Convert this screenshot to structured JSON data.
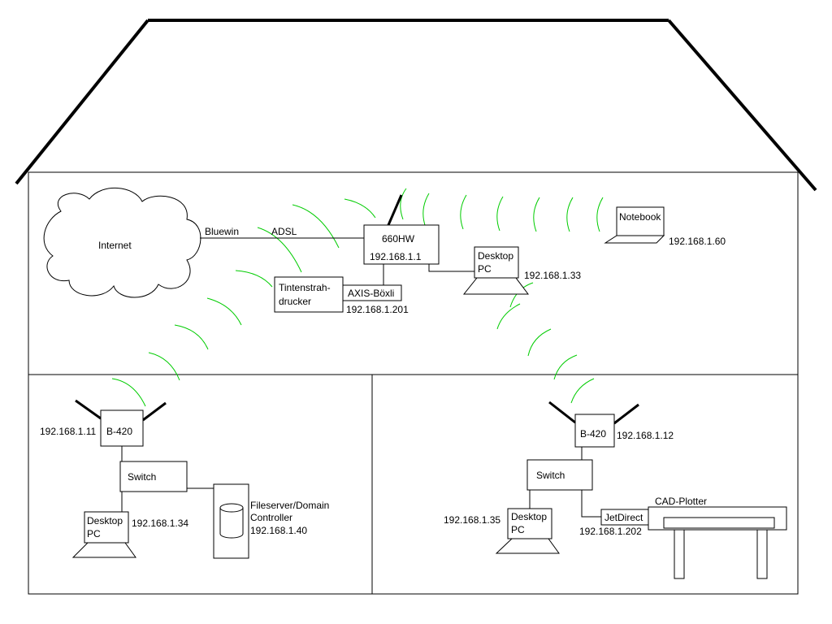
{
  "colors": {
    "line": "#000000",
    "wifi": "#00cc00",
    "background": "#ffffff"
  },
  "internet": {
    "label": "Internet",
    "provider": "Bluewin",
    "link": "ADSL"
  },
  "router": {
    "label": "660HW",
    "ip": "192.168.1.1"
  },
  "printer": {
    "label_line1": "Tintenstrah-",
    "label_line2": "drucker",
    "box_label": "AXIS-Böxli",
    "ip": "192.168.1.201"
  },
  "desktop_top": {
    "label_line1": "Desktop",
    "label_line2": "PC",
    "ip": "192.168.1.33"
  },
  "notebook": {
    "label": "Notebook",
    "ip": "192.168.1.60"
  },
  "left_room": {
    "bridge": {
      "label": "B-420",
      "ip": "192.168.1.11"
    },
    "switch": {
      "label": "Switch"
    },
    "desktop": {
      "label_line1": "Desktop",
      "label_line2": "PC",
      "ip": "192.168.1.34"
    },
    "server": {
      "label_line1": "Fileserver/Domain",
      "label_line2": "Controller",
      "ip": "192.168.1.40"
    }
  },
  "right_room": {
    "bridge": {
      "label": "B-420",
      "ip": "192.168.1.12"
    },
    "switch": {
      "label": "Switch"
    },
    "desktop": {
      "label_line1": "Desktop",
      "label_line2": "PC",
      "ip": "192.168.1.35"
    },
    "jetdirect": {
      "label": "JetDirect",
      "ip": "192.168.1.202"
    },
    "plotter": {
      "label": "CAD-Plotter"
    }
  }
}
